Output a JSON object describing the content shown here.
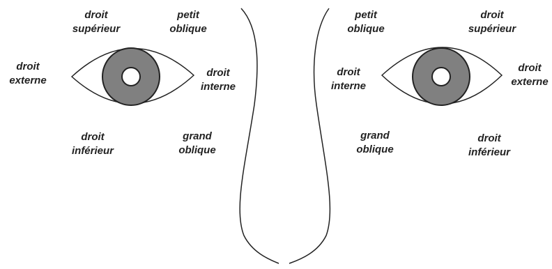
{
  "colors": {
    "ink": "#222222",
    "iris": "#808080",
    "pupil": "#ffffff",
    "background": "#ffffff"
  },
  "left_eye": {
    "top_left": {
      "line1": "droit",
      "line2": "supérieur"
    },
    "top_right": {
      "line1": "petit",
      "line2": "oblique"
    },
    "outer": {
      "line1": "droit",
      "line2": "externe"
    },
    "inner": {
      "line1": "droit",
      "line2": "interne"
    },
    "bottom_left": {
      "line1": "droit",
      "line2": "inférieur"
    },
    "bottom_right": {
      "line1": "grand",
      "line2": "oblique"
    }
  },
  "right_eye": {
    "top_left": {
      "line1": "petit",
      "line2": "oblique"
    },
    "top_right": {
      "line1": "droit",
      "line2": "supérieur"
    },
    "inner": {
      "line1": "droit",
      "line2": "interne"
    },
    "outer": {
      "line1": "droit",
      "line2": "externe"
    },
    "bottom_left": {
      "line1": "grand",
      "line2": "oblique"
    },
    "bottom_right": {
      "line1": "droit",
      "line2": "inférieur"
    }
  }
}
